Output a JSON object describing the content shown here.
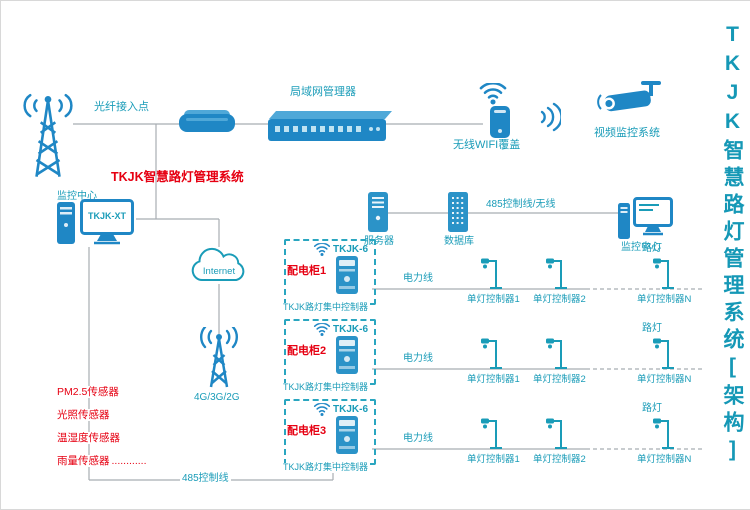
{
  "title": {
    "text": "TKJK智慧路灯管理系统[架构]"
  },
  "top": {
    "fiber": "光纤接入点",
    "lan_manager": "局域网管理器",
    "wifi_coverage": "无线WIFI覆盖",
    "video_system": "视频监控系统"
  },
  "control_center": {
    "system_name": "TKJK智慧路灯管理系统",
    "monitor_center": "监控中心",
    "host_model": "TKJK-XT",
    "internet": "Internet",
    "cellular": "4G/3G/2G"
  },
  "platform": {
    "server": "服务器",
    "database": "数据库",
    "line_label": "485控制线/无线",
    "monitor_center": "监控中心"
  },
  "rows": [
    {
      "cabinet": "配电柜1",
      "model": "TKJK-6",
      "controller": "TKJK路灯集中控制器",
      "power": "电力线",
      "lamp": "路灯",
      "lights": [
        "单灯控制器1",
        "单灯控制器2",
        "单灯控制器N"
      ]
    },
    {
      "cabinet": "配电柜2",
      "model": "TKJK-6",
      "controller": "TKJK路灯集中控制器",
      "power": "电力线",
      "lamp": "路灯",
      "lights": [
        "单灯控制器1",
        "单灯控制器2",
        "单灯控制器N"
      ]
    },
    {
      "cabinet": "配电柜3",
      "model": "TKJK-6",
      "controller": "TKJK路灯集中控制器",
      "power": "电力线",
      "lamp": "路灯",
      "lights": [
        "单灯控制器1",
        "单灯控制器2",
        "单灯控制器N"
      ]
    }
  ],
  "sensors": {
    "items": [
      "PM2.5传感器",
      "光照传感器",
      "温湿度传感器",
      "雨量传感器"
    ],
    "dots": "............"
  },
  "bottom": {
    "bus_label": "485控制线"
  },
  "colors": {
    "teal": "#1a9cb8",
    "blue": "#1f87c5",
    "red": "#e60012",
    "line": "#a8adb2",
    "title": "#1598b6"
  }
}
